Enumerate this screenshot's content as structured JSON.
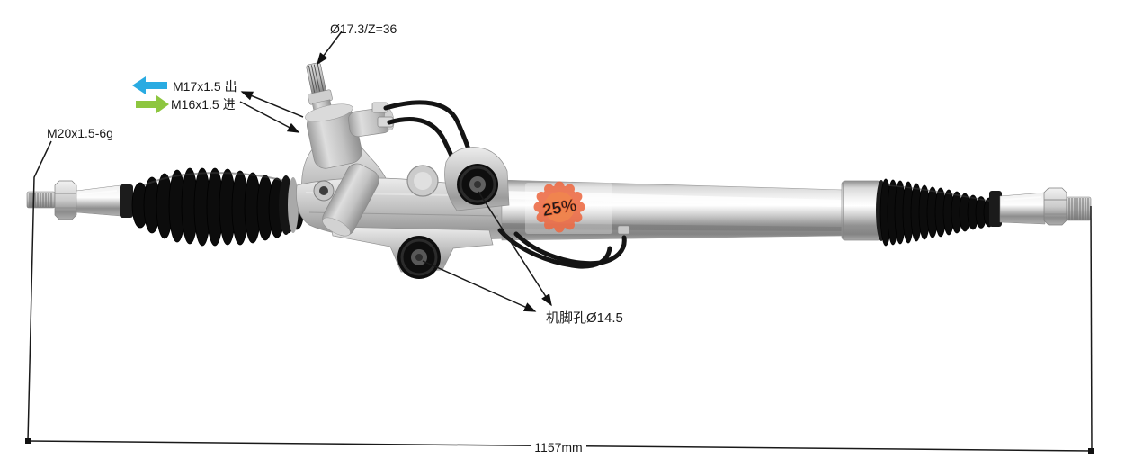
{
  "diagram": {
    "labels": {
      "spline_spec": "Ø17.3/Z=36",
      "outlet_port": "M17x1.5 出",
      "inlet_port": "M16x1.5 进",
      "tie_rod_thread": "M20x1.5-6g",
      "mounting_hole": "机脚孔Ø14.5",
      "overall_length": "1157mm"
    },
    "badge": {
      "text": "25%"
    },
    "colors": {
      "outlet_arrow": "#29abe2",
      "inlet_arrow": "#8dc63f",
      "annotation": "#1a1a1a",
      "badge": "#ed6a43"
    }
  }
}
